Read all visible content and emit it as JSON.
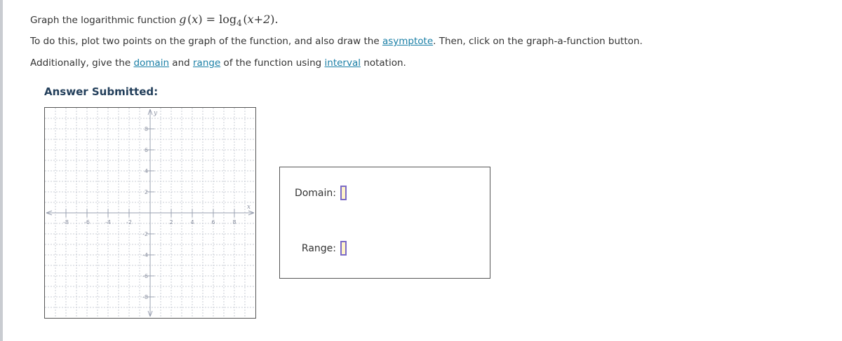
{
  "problem": {
    "line1": "Graph the logarithmic function ",
    "func_g": "g",
    "func_x": "x",
    "func_eq": " = ",
    "func_log": "log",
    "func_base": "4",
    "func_arg": "x+2",
    "line2_pre": "To do this, plot two points on the graph of the function, and also draw the ",
    "line2_link": "asymptote",
    "line2_post": ". Then, click on the graph-a-function button.",
    "line3_pre": "Additionally, give the ",
    "line3_link1": "domain",
    "line3_mid1": " and ",
    "line3_link2": "range",
    "line3_mid2": " of the function using ",
    "line3_link3": "interval",
    "line3_post": " notation."
  },
  "answer": {
    "label": "Answer Submitted:"
  },
  "graph": {
    "x_axis_label": "x",
    "y_axis_label": "y",
    "x_range": [
      -10,
      10
    ],
    "y_range": [
      -10,
      10
    ],
    "grid": true,
    "x_tick_labels": [
      "-8",
      "-6",
      "-4",
      "-2",
      "2",
      "4",
      "6",
      "8"
    ],
    "y_tick_labels": [
      "8",
      "6",
      "4",
      "2",
      "-2",
      "-4",
      "-6",
      "-8"
    ]
  },
  "fields": {
    "domain_label": "Domain:",
    "range_label": "Range:",
    "domain_value": "",
    "range_value": ""
  },
  "colors": {
    "link": "#1a7fa6",
    "heading": "#233f5b",
    "input_bg": "#fff3c9",
    "input_border": "#7b6bc6",
    "axis": "#9aa0b0",
    "grid": "#c9ccd6"
  }
}
